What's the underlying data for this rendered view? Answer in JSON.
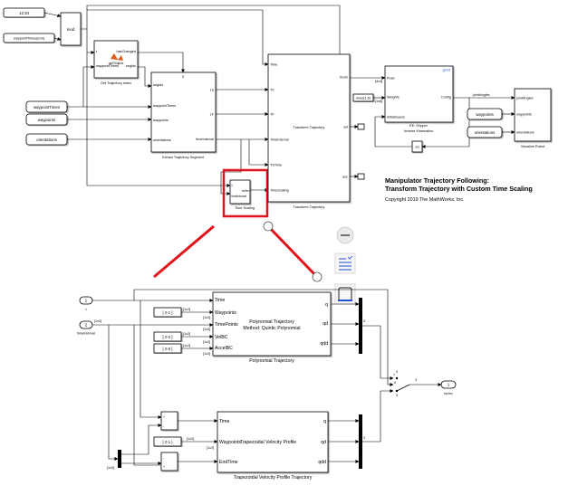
{
  "top": {
    "clock": "12:34",
    "waypoint_times_end": "waypointTimes(end)",
    "mod": "mod",
    "get_traj_idx": {
      "title": "Get Trajectory Index",
      "fn": "getTrajIdx",
      "in_t": "t",
      "in_waypoint_times": "waypointTimes",
      "out_has_changed": "hasChanged",
      "out_seg_idx": "segIdx"
    },
    "waypoint_times_src": "waypointTimes",
    "waypoints_src": "waypoints",
    "orientations_src": "orientations",
    "extract": {
      "title": "Extract Trajectory Segment",
      "in_seg_idx": "segIdx",
      "in_waypoint_times": "waypointTimes",
      "in_waypoints": "waypoints",
      "in_orientations": "orientations",
      "out_t0": "T0",
      "out_tf": "TF",
      "out_time_interval": "timeInterval",
      "z": "Z"
    },
    "time_scaling": {
      "title": "Time Scaling",
      "in_t": "t",
      "in_time_interval": "timeInterval",
      "out_ts_vec": "tsVec"
    },
    "transform": {
      "title": "Transform Trajectory",
      "label": "Transform Trajectory",
      "in_time": "Time",
      "in_t0": "T0",
      "in_tf": "TF",
      "in_time_interval": "TimeInterval",
      "in_ts_time": "TSTime",
      "in_time_scaling": "TimeScaling",
      "out_tform": "tform",
      "out_vel": "vel",
      "out_acc": "acc"
    },
    "ik": {
      "title": "Inverse Kinematics",
      "subtitle": "EE: Gripper",
      "gen": "gen3",
      "in_pose": "Pose",
      "in_weights": "Weights",
      "in_initial_guess": "InitialGuess",
      "out_config": "Config",
      "pose_dim": "[4x4]",
      "weights_dim": "[1x6]",
      "weights_src": "ones(1,6)",
      "delay": "1/z"
    },
    "joint_angles": "jointAngles",
    "viz": {
      "title": "Visualize Robot",
      "in_joint_angles": "jointAngles",
      "in_waypoints": "waypoints",
      "in_orientations": "orientations"
    },
    "viz_waypoints_src": "waypoints",
    "viz_orientations_src": "orientations",
    "heading_line1": "Manipulator Trajectory Following:",
    "heading_line2": "Transform Trajectory with Custom Time Scaling",
    "copyright": "Copyright 2019 The MathWorks, Inc."
  },
  "bottom": {
    "inport1_num": "1",
    "inport1_label": "t",
    "inport2_num": "2",
    "inport2_label": "timeInterval",
    "dim_1x2": "[1x2]",
    "poly": {
      "title": "Polynomial Trajectory",
      "label1": "Polynomial Trajectory",
      "label2": "Method: Quintic Polynomial",
      "in_time": "Time",
      "in_waypoints": "Waypoints",
      "in_time_points": "TimePoints",
      "in_vel_bc": "VelBC",
      "in_accel_bc": "AccelBC",
      "out_q": "q",
      "out_qd": "qd",
      "out_qdd": "qdd",
      "const_waypoints": "[ 0 1 ]",
      "const_vel": "[ 0 0 ]",
      "const_acc": "[ 0 0 ]"
    },
    "trap": {
      "title": "Trapezoidal Velocity Profile Trajectory",
      "label": "Trapezoidal Velocity Profile",
      "in_time": "Time",
      "in_waypoints": "Waypoints",
      "in_end_time": "EndTime",
      "out_q": "q",
      "out_qd": "qd",
      "out_qdd": "qdd",
      "const_waypoints": "[ 0 1 ]"
    },
    "mux_width": "3",
    "switch_labels": [
      ">",
      "0"
    ],
    "outport_num": "1",
    "outport_label": "tsVec"
  },
  "toolbar": {
    "items": [
      "collapse-button",
      "annotation-button",
      "area-button"
    ]
  },
  "colors": {
    "highlight": "#e0141c",
    "accent_blue": "#1f4fd1",
    "gen3": "#1f4fd1"
  }
}
